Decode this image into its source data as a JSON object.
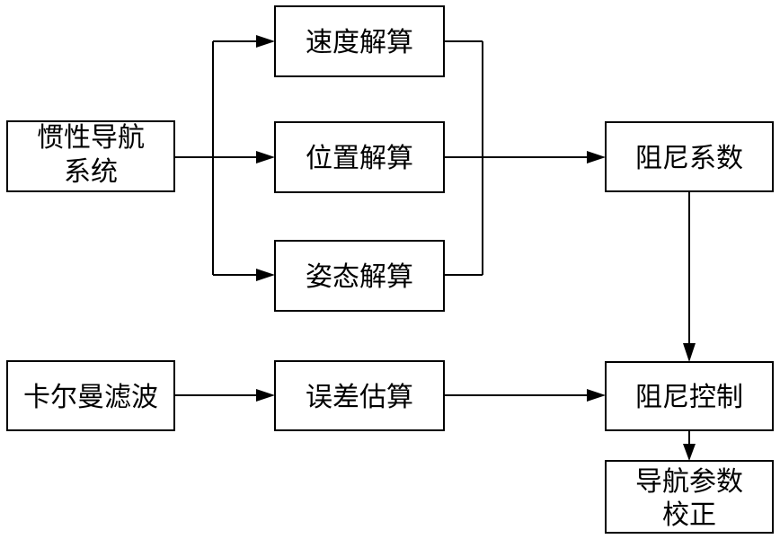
{
  "nodes": {
    "inertial_nav": {
      "lines": [
        "惯性导航",
        "系统"
      ]
    },
    "speed_calc": {
      "lines": [
        "速度解算"
      ]
    },
    "position_calc": {
      "lines": [
        "位置解算"
      ]
    },
    "attitude_calc": {
      "lines": [
        "姿态解算"
      ]
    },
    "damping_coef": {
      "lines": [
        "阻尼系数"
      ]
    },
    "kalman_filter": {
      "lines": [
        "卡尔曼滤波"
      ]
    },
    "error_estimate": {
      "lines": [
        "误差估算"
      ]
    },
    "damping_control": {
      "lines": [
        "阻尼控制"
      ]
    },
    "nav_param_correct": {
      "lines": [
        "导航参数",
        "校正"
      ]
    }
  }
}
